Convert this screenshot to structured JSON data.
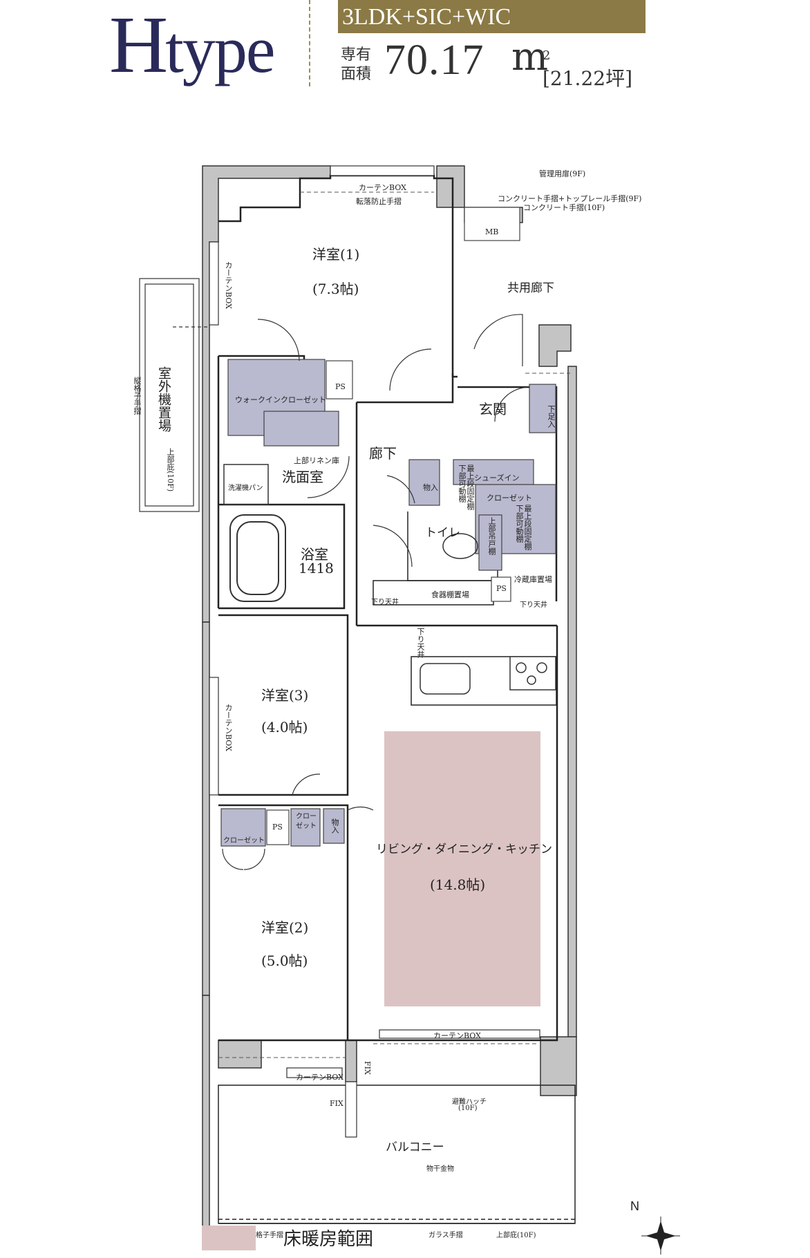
{
  "header": {
    "type_letter": "H",
    "type_word": "type",
    "layout": "3LDK+SIC+WIC",
    "area_label_1": "専有",
    "area_label_2": "面積",
    "area_value": "70.17",
    "area_unit": "m",
    "area_unit_sup": "2",
    "area_tsubo": "[21.22坪]"
  },
  "rooms": {
    "western1_name": "洋室(1)",
    "western1_size": "(7.3帖)",
    "western2_name": "洋室(2)",
    "western2_size": "(5.0帖)",
    "western3_name": "洋室(3)",
    "western3_size": "(4.0帖)",
    "ldk_name": "リビング・ダイニング・キッチン",
    "ldk_size": "(14.8帖)",
    "corridor": "廊下",
    "entrance": "玄関",
    "washroom": "洗面室",
    "bath": "浴室",
    "bath_size": "1418",
    "toilet": "トイレ",
    "balcony": "バルコニー",
    "common_corridor": "共用廊下",
    "outdoor_unit": "室外機置場"
  },
  "labels": {
    "curtain_box": "カーテンBOX",
    "fall_rail": "転落防止手摺",
    "mgmt_door": "管理用扉(9F)",
    "concrete_rail_1": "コンクリート手摺+トップレール手摺(9F)",
    "concrete_rail_2": "コンクリート手摺(10F)",
    "mb": "MB",
    "ps": "PS",
    "wic": "ウォークインクローゼット",
    "linen": "上部リネン庫",
    "washer_pan": "洗濯機パン",
    "storage": "物入",
    "shoes_in": "シューズイン",
    "closet": "クローゼット",
    "clo_short": "クロー",
    "clo_short2": "ゼット",
    "shelf1": "最上段固定棚",
    "shelf2": "下部可動棚",
    "upper_shelf": "上部吊戸棚",
    "dish_shelf": "食器棚置場",
    "fridge": "冷蔵庫置場",
    "lowered_ceiling": "下り天井",
    "footrest": "下足入",
    "fix": "FIX",
    "hatch_1": "避難ハッチ",
    "hatch_2": "(10F)",
    "laundry_bar": "物干金物",
    "vert_rail": "縦格子手摺",
    "glass_rail": "ガラス手摺",
    "upper_eave": "上部庇(10F)",
    "north": "N"
  },
  "legend": {
    "label": "床暖房範囲",
    "color": "#dcc3c3"
  },
  "colors": {
    "navy": "#2a2a5a",
    "gold": "#8b7a45",
    "wall": "#c4c4c4",
    "storage_fill": "#b9b9cf",
    "floor_heat": "#dcc3c3"
  }
}
